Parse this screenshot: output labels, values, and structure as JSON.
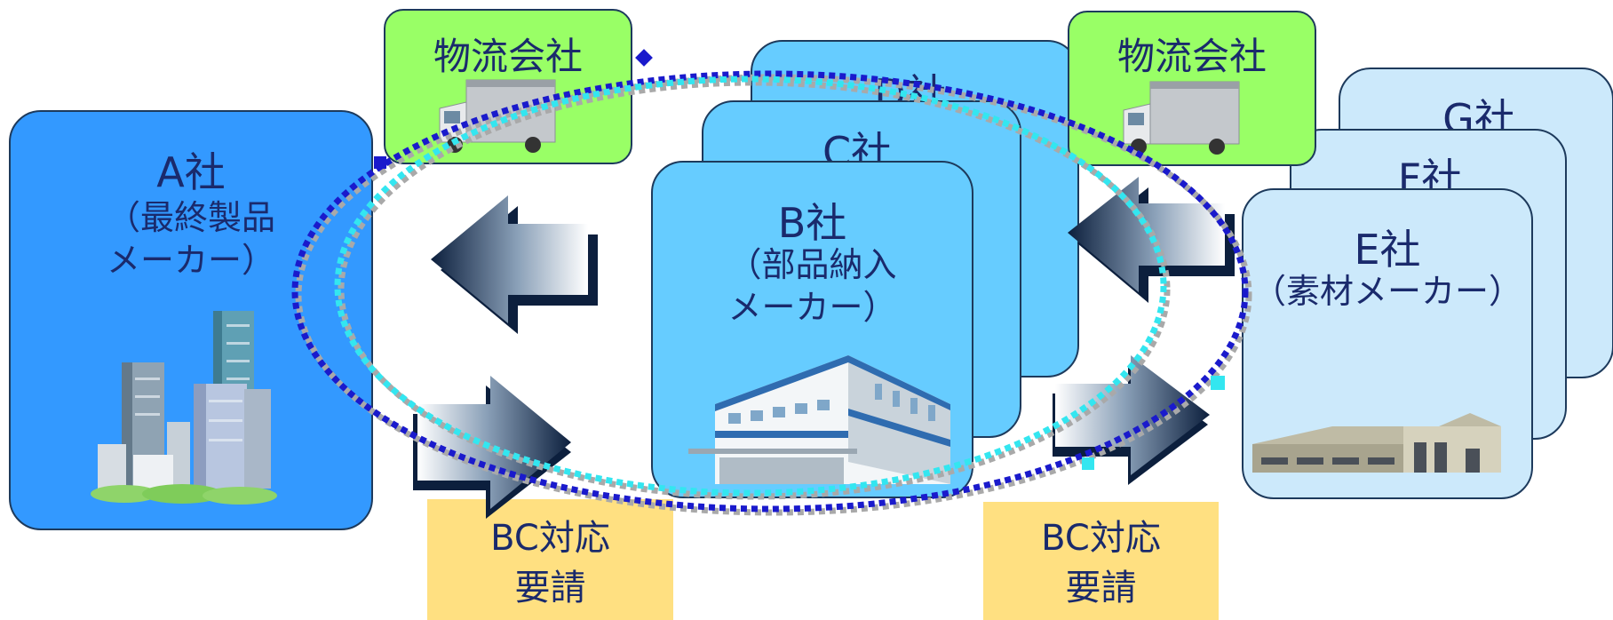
{
  "companies": {
    "a": {
      "name": "A社",
      "role_line1": "（最終製品",
      "role_line2": "メーカー）"
    },
    "b": {
      "name": "B社",
      "role_line1": "（部品納入",
      "role_line2": "メーカー）"
    },
    "c": {
      "name": "C社"
    },
    "d": {
      "name": "D社"
    },
    "e": {
      "name": "E社",
      "role": "（素材メーカー）"
    },
    "f": {
      "name": "F社"
    },
    "g": {
      "name": "G社"
    }
  },
  "logistics": {
    "left": "物流会社",
    "right": "物流会社"
  },
  "bc_requests": {
    "left": {
      "line1": "BC対応",
      "line2": "要請"
    },
    "right": {
      "line1": "BC対応",
      "line2": "要請"
    }
  },
  "colors": {
    "company_a": "#3399ff",
    "company_bcd": "#66ccff",
    "company_efg": "#cce9fb",
    "logistics": "#99ff66",
    "bc_request": "#ffe081",
    "outline": "#1d3a5c",
    "loop_dark": "#1a1acc",
    "loop_light": "#33e6f0"
  }
}
